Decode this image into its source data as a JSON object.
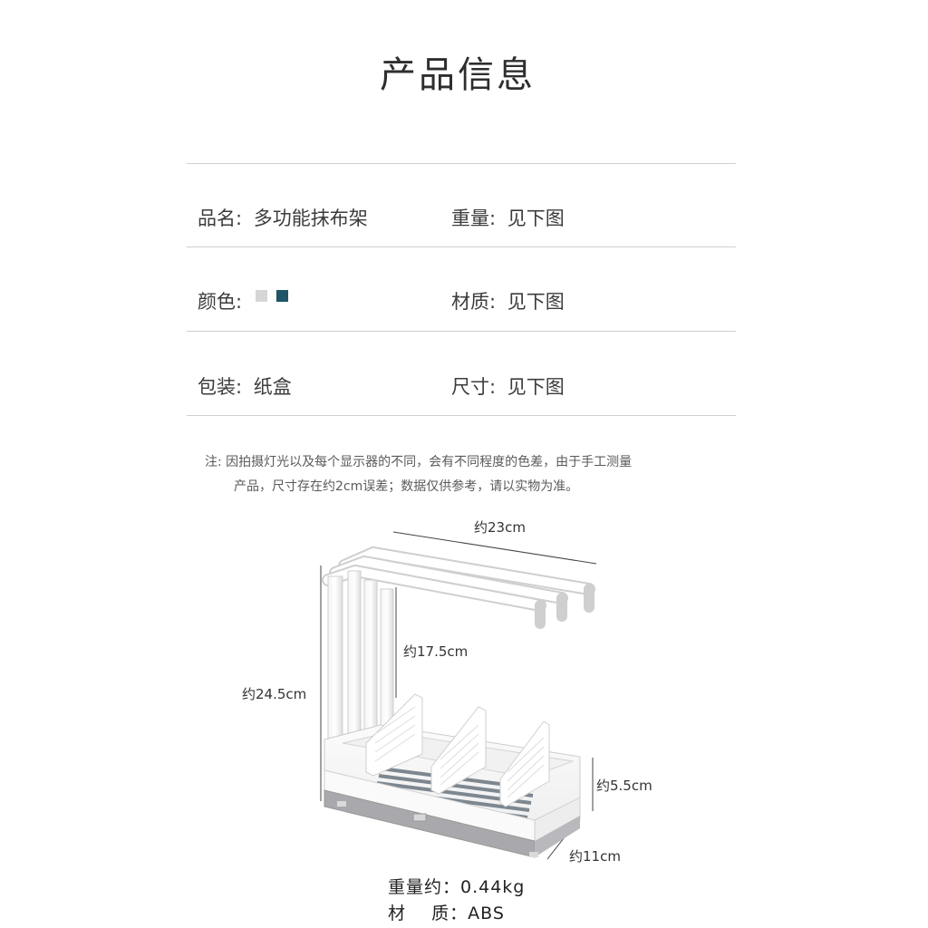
{
  "title": "产品信息",
  "specs": {
    "name_label": "品名:",
    "name_value": "多功能抹布架",
    "weight_label": "重量:",
    "weight_value": "见下图",
    "color_label": "颜色:",
    "color_swatches": [
      "#d6d6d6",
      "#1f5566"
    ],
    "material_label": "材质:",
    "material_value": "见下图",
    "package_label": "包装:",
    "package_value": "纸盒",
    "size_label": "尺寸:",
    "size_value": "见下图"
  },
  "note": {
    "line1": "注:  因拍摄灯光以及每个显示器的不同，会有不同程度的色差，由于手工测量",
    "line2": "产品，尺寸存在约2cm误差；数据仅供参考，请以实物为准。"
  },
  "dimensions": {
    "width": "约23cm",
    "rail_height": "约17.5cm",
    "total_height": "约24.5cm",
    "tray_height": "约5.5cm",
    "depth": "约11cm"
  },
  "bottom": {
    "weight": "重量约：0.44kg",
    "material": "材    质：ABS"
  }
}
